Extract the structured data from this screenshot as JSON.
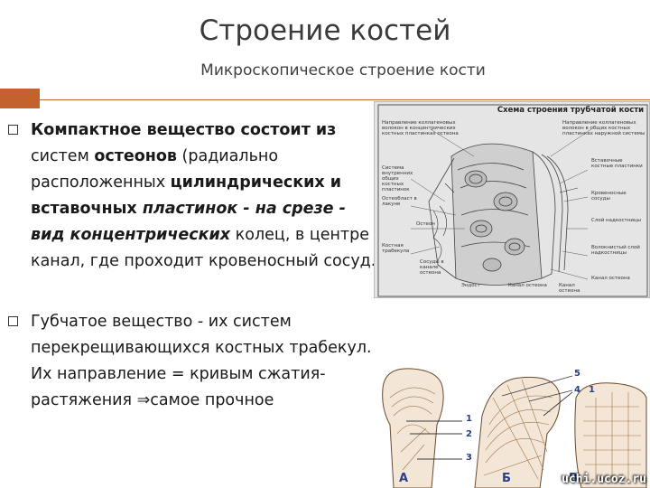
{
  "slide": {
    "title": "Строение костей",
    "subtitle": "Микроскопическое строение кости"
  },
  "bullet_1": {
    "p1": "Компактное вещество  состоит из",
    "p2": " систем ",
    "p3": "остеонов",
    "p4": " (радиально расположенных ",
    "p5": "цилиндрических  и вставочных ",
    "p6": "пластинок  - на срезе - вид концентрических",
    "p7": " колец, в центре канал, где проходит кровеносный сосуд."
  },
  "bullet_2": {
    "p1": "Губчатое вещество - ",
    "p2": " их систем перекрещивающихся костных трабекул. Их направление = кривым сжатия-растяжения ",
    "arrow": "⇒",
    "p3": "самое прочное"
  },
  "bone_schema": {
    "title": "Схема строения трубчатой кости",
    "labels": {
      "tl": "Направление коллагеновых волокон в концентрических костных пластинках остеона",
      "tr": "Направление коллагеновых волокон в общих костных пластинках наружной системы",
      "l1": "Система внутренних общих костных пластинок",
      "l2": "Остеобласт в лакуне",
      "l3": "Остеон",
      "l4": "Костная трабекула",
      "l5": "Сосуды в канале остеона",
      "r1": "Вставочные костные пластинки",
      "r2": "Кровеносные сосуды",
      "r3": "Слой надкостницы",
      "r4": "Волокнистый слой надкостницы",
      "r5": "Канал остеона",
      "b1": "Эндост",
      "b2": "Канал остеона",
      "b3": "Канал остеона"
    }
  },
  "trabeculae_figure": {
    "numbers": [
      "5",
      "4",
      "1",
      "2",
      "3"
    ],
    "letters": [
      "А",
      "Б",
      "В"
    ],
    "watermark": "uchi.ucoz.ru"
  },
  "colors": {
    "accent": "#c4622d",
    "label_blue": "#2a3f8a",
    "schema_bg": "#e5e5e5"
  }
}
